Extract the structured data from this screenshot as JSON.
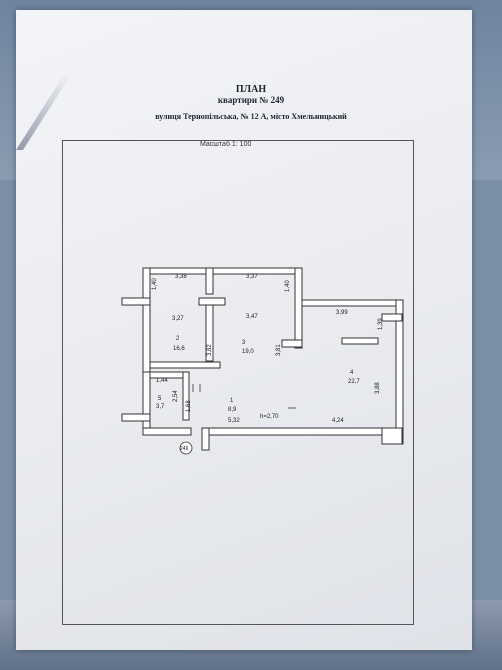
{
  "header": {
    "title": "ПЛАН",
    "subtitle": "квартири № 249",
    "address": "вулиця Тернопільська, № 12 А, місто Хмельницький",
    "scale": "Масштаб 1: 100"
  },
  "plan": {
    "top_dims": {
      "left_room_width": "3,38",
      "center_width": "3,37"
    },
    "room2": {
      "number": "2",
      "area": "16,6",
      "depth": "3,27",
      "side_small": "1,40"
    },
    "room3": {
      "number": "3",
      "area": "19,0",
      "depth": "3,47",
      "side_small": "1,40",
      "inner_wall": "3,82",
      "inner_wall2": "3,81"
    },
    "room4": {
      "number": "4",
      "area": "22,7",
      "width": "3,99",
      "depth": "3,88",
      "side_small": "1,39"
    },
    "room5": {
      "number": "5",
      "area": "3,7",
      "width": "1,44",
      "depth": "2,54"
    },
    "room1": {
      "number": "1",
      "area": "8,9",
      "width": "5,32",
      "height": "h=2,70",
      "side": "1,68"
    },
    "bottom_dim": "4,24",
    "marker": "249"
  },
  "colors": {
    "paper": "#eceef2",
    "wall": "#ffffff",
    "line": "#333333"
  }
}
